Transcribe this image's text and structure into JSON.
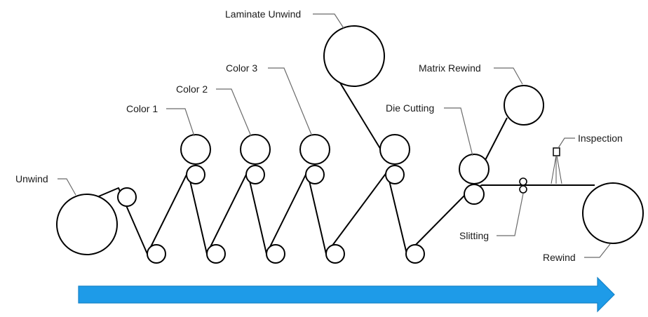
{
  "diagram": {
    "labels": {
      "unwind": "Unwind",
      "color1": "Color 1",
      "color2": "Color 2",
      "color3": "Color 3",
      "laminate_unwind": "Laminate Unwind",
      "matrix_rewind": "Matrix Rewind",
      "die_cutting": "Die Cutting",
      "inspection": "Inspection",
      "slitting": "Slitting",
      "rewind": "Rewind"
    },
    "colors": {
      "line": "#000000",
      "leader": "#6b6b6b",
      "arrow": "#1e9be8",
      "arrow_stroke": "#1683c7"
    },
    "flow_direction": "left-to-right"
  }
}
